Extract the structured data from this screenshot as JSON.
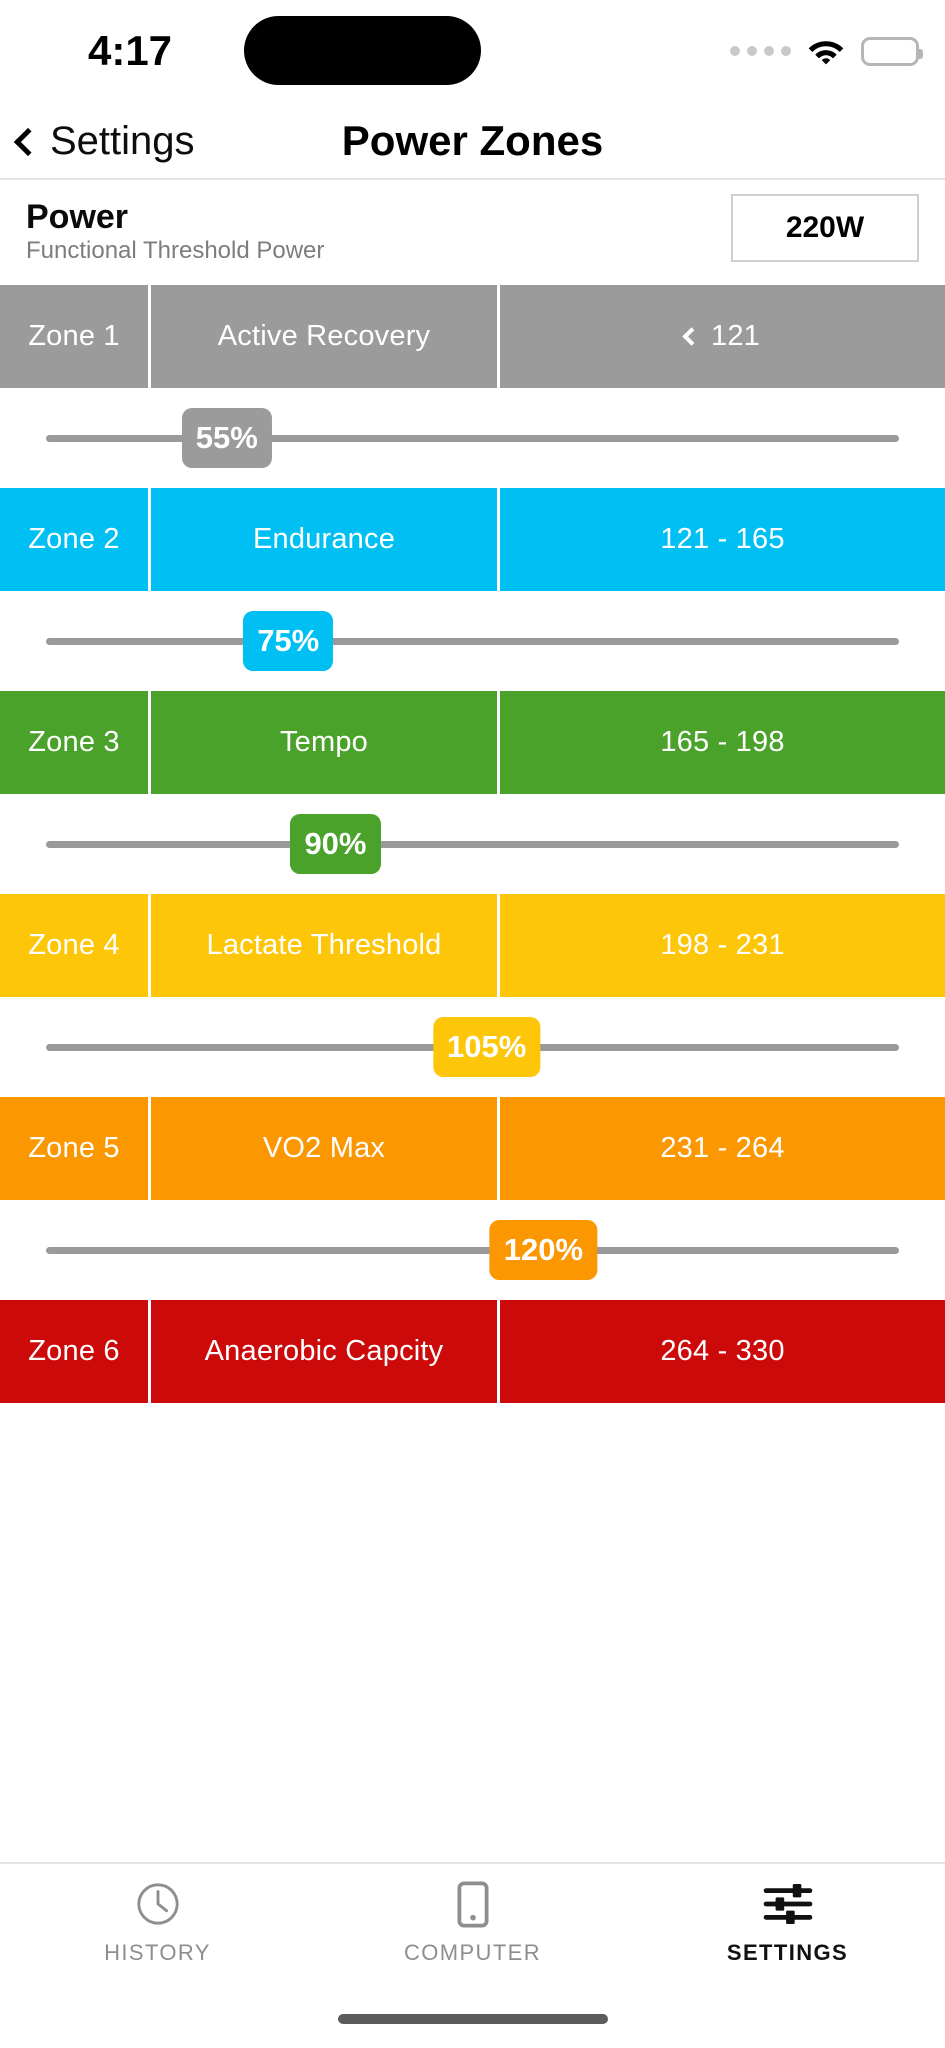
{
  "status_bar": {
    "time": "4:17",
    "signal_icon": "signal-dots-icon",
    "wifi_icon": "wifi-icon",
    "battery_icon": "battery-full-icon"
  },
  "nav": {
    "back_icon": "chevron-left-icon",
    "back_label": "Settings",
    "title": "Power Zones"
  },
  "power": {
    "title": "Power",
    "subtitle": "Functional Threshold Power",
    "ftp_value": "220W",
    "ftp_placeholder": "220W"
  },
  "zones": [
    {
      "number_label": "Zone 1",
      "name": "Active Recovery",
      "range": "121",
      "range_prefix_icon": "chevron-left-icon",
      "has_prefix_chevron": true,
      "color": "#9b9b9b"
    },
    {
      "number_label": "Zone 2",
      "name": "Endurance",
      "range": "121 - 165",
      "has_prefix_chevron": false,
      "color": "#00c0f3"
    },
    {
      "number_label": "Zone 3",
      "name": "Tempo",
      "range": "165 - 198",
      "has_prefix_chevron": false,
      "color": "#4ba22b"
    },
    {
      "number_label": "Zone 4",
      "name": "Lactate Threshold",
      "range": "198 - 231",
      "has_prefix_chevron": false,
      "color": "#fdc608"
    },
    {
      "number_label": "Zone 5",
      "name": "VO2 Max",
      "range": "231 - 264",
      "has_prefix_chevron": false,
      "color": "#fb9700"
    },
    {
      "number_label": "Zone 6",
      "name": "Anaerobic Capcity",
      "range": "264 - 330",
      "has_prefix_chevron": false,
      "color": "#cc0a0a"
    }
  ],
  "sliders": [
    {
      "label": "55%",
      "percent": 55,
      "pos_pct": 24.0,
      "color": "#9b9b9b"
    },
    {
      "label": "75%",
      "percent": 75,
      "pos_pct": 30.5,
      "color": "#00c0f3"
    },
    {
      "label": "90%",
      "percent": 90,
      "pos_pct": 35.5,
      "color": "#4ba22b"
    },
    {
      "label": "105%",
      "percent": 105,
      "pos_pct": 51.5,
      "color": "#fdc608"
    },
    {
      "label": "120%",
      "percent": 120,
      "pos_pct": 57.5,
      "color": "#fb9700"
    }
  ],
  "track_color": "#9a9a9a",
  "tabs": [
    {
      "label": "HISTORY",
      "icon": "clock-icon",
      "active": false
    },
    {
      "label": "COMPUTER",
      "icon": "phone-icon",
      "active": false
    },
    {
      "label": "SETTINGS",
      "icon": "sliders-icon",
      "active": true
    }
  ]
}
